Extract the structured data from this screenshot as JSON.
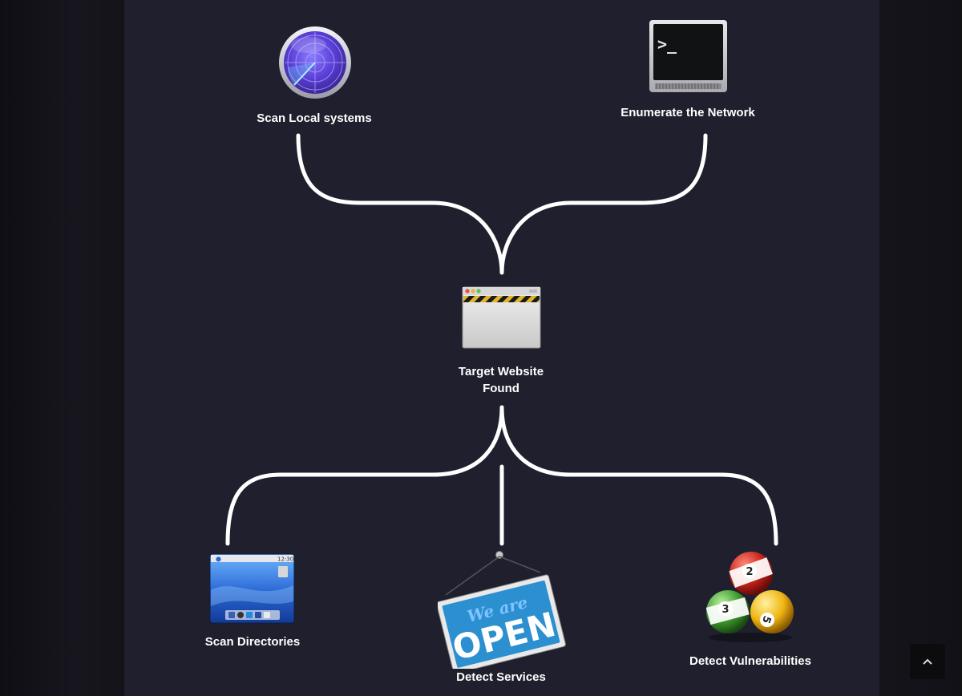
{
  "nodes": {
    "scan_local": {
      "label": "Scan Local systems",
      "icon": "radar-icon"
    },
    "enumerate": {
      "label": "Enumerate the Network",
      "icon": "terminal-icon",
      "prompt": ">_"
    },
    "target": {
      "label_line1": "Target Website",
      "label_line2": "Found",
      "icon": "browser-window-icon"
    },
    "scan_dirs": {
      "label": "Scan Directories",
      "icon": "desktop-screen-icon",
      "clock": "12:30"
    },
    "detect_services": {
      "label": "Detect Services",
      "icon": "open-sign-icon",
      "sign_line1": "We are",
      "sign_line2": "OPEN"
    },
    "detect_vulns": {
      "label": "Detect Vulnerabilities",
      "icon": "billiard-balls-icon",
      "balls": [
        "2",
        "3",
        "5"
      ]
    }
  },
  "colors": {
    "panel": "#1f1f2d",
    "outer": "#121119",
    "connector": "#ffffff",
    "label": "#ffffff"
  },
  "scroll_top": {
    "icon": "chevron-up-icon"
  }
}
